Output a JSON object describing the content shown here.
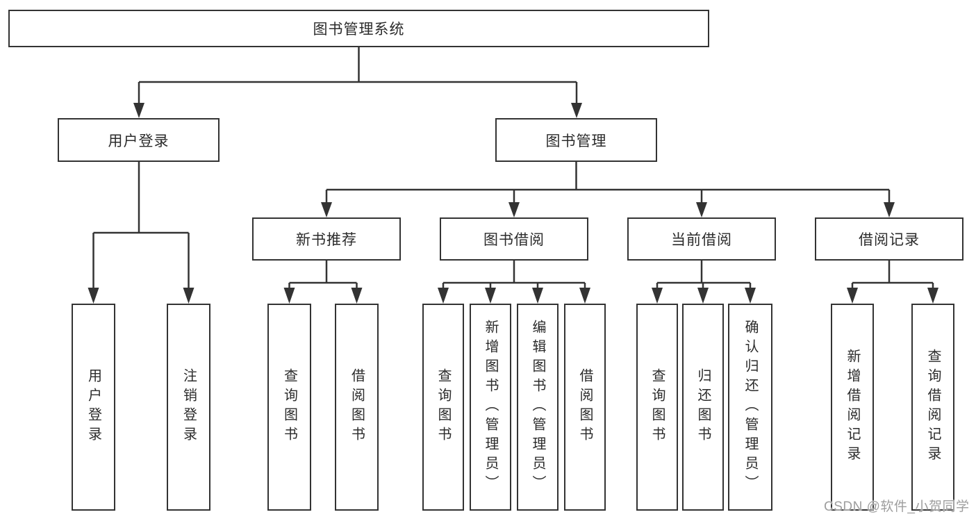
{
  "diagram": {
    "root_label": "图书管理系统",
    "user_login": {
      "label": "用户登录",
      "children": [
        {
          "label": "用户登录"
        },
        {
          "label": "注销登录"
        }
      ]
    },
    "book_mgmt": {
      "label": "图书管理",
      "groups": [
        {
          "label": "新书推荐",
          "children": [
            {
              "label": "查询图书"
            },
            {
              "label": "借阅图书"
            }
          ]
        },
        {
          "label": "图书借阅",
          "children": [
            {
              "label": "查询图书"
            },
            {
              "label": "新增图书（管理员）"
            },
            {
              "label": "编辑图书（管理员）"
            },
            {
              "label": "借阅图书"
            }
          ]
        },
        {
          "label": "当前借阅",
          "children": [
            {
              "label": "查询图书"
            },
            {
              "label": "归还图书"
            },
            {
              "label": "确认归还（管理员）"
            }
          ]
        },
        {
          "label": "借阅记录",
          "children": [
            {
              "label": "新增借阅记录"
            },
            {
              "label": "查询借阅记录"
            }
          ]
        }
      ]
    }
  },
  "watermark": {
    "text": "CSDN @软件_小贺同学"
  },
  "colors": {
    "line": "#333333",
    "box_border": "#333333",
    "background": "#ffffff",
    "watermark": "#9e9e9e"
  }
}
